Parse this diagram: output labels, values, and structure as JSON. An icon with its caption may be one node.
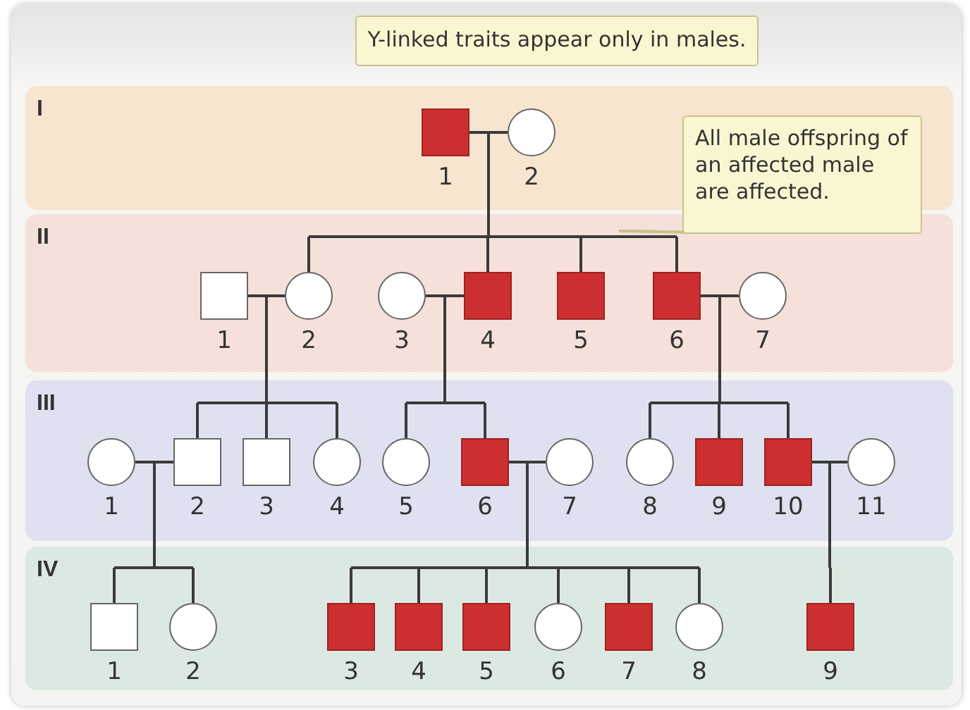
{
  "diagram": {
    "nodes": [
      {
        "text": [
          "Y-linked traits appear only in males."
        ]
      },
      {
        "text": [
          "I"
        ]
      },
      {
        "text": [],
        "shape": "box",
        "beside": [
          "1"
        ],
        "in": 1
      },
      {
        "text": [],
        "shape": "circle",
        "beside": [
          "2"
        ],
        "in": 1
      },
      {
        "text": [
          "All male offspring of an affected male are affected."
        ]
      },
      {
        "text": [
          "II"
        ]
      },
      {
        "text": [],
        "shape": "box",
        "beside": [
          "1"
        ],
        "in": 5
      },
      {
        "text": [],
        "shape": "circle",
        "beside": [
          "2"
        ],
        "in": 5
      },
      {
        "text": [],
        "shape": "circle",
        "beside": [
          "3"
        ],
        "in": 5
      },
      {
        "text": [],
        "shape": "box",
        "beside": [
          "4"
        ],
        "in": 5
      },
      {
        "text": [],
        "shape": "box",
        "beside": [
          "5"
        ],
        "in": 5
      },
      {
        "text": [],
        "shape": "box",
        "beside": [
          "6"
        ],
        "in": 5
      },
      {
        "text": [],
        "shape": "circle",
        "beside": [
          "7"
        ],
        "in": 5
      },
      {
        "text": [
          "III"
        ]
      },
      {
        "text": [],
        "shape": "circle",
        "beside": [
          "1"
        ],
        "in": 13
      },
      {
        "text": [],
        "shape": "box",
        "beside": [
          "2"
        ],
        "in": 13
      },
      {
        "text": [],
        "shape": "box",
        "beside": [
          "3"
        ],
        "in": 13
      },
      {
        "text": [],
        "shape": "circle",
        "beside": [
          "4"
        ],
        "in": 13
      },
      {
        "text": [],
        "shape": "circle",
        "beside": [
          "5"
        ],
        "in": 13
      },
      {
        "text": [],
        "shape": "box",
        "beside": [
          "6"
        ],
        "in": 13
      },
      {
        "text": [],
        "shape": "circle",
        "beside": [
          "7"
        ],
        "in": 13
      },
      {
        "text": [],
        "shape": "circle",
        "beside": [
          "8"
        ],
        "in": 13
      },
      {
        "text": [],
        "shape": "box",
        "beside": [
          "9"
        ],
        "in": 13
      },
      {
        "text": [],
        "shape": "box",
        "beside": [
          "10"
        ],
        "in": 13
      },
      {
        "text": [],
        "shape": "circle",
        "beside": [
          "11"
        ],
        "in": 13
      },
      {
        "text": [
          "IV"
        ]
      },
      {
        "text": [],
        "shape": "box",
        "beside": [
          "1"
        ],
        "in": 25
      },
      {
        "text": [],
        "shape": "circle",
        "beside": [
          "2"
        ],
        "in": 25
      },
      {
        "text": [],
        "shape": "box",
        "beside": [
          "3"
        ],
        "in": 25
      },
      {
        "text": [],
        "shape": "box",
        "beside": [
          "4"
        ],
        "in": 25
      },
      {
        "text": [],
        "shape": "box",
        "beside": [
          "5"
        ],
        "in": 25
      },
      {
        "text": [],
        "shape": "circle",
        "beside": [
          "6"
        ],
        "in": 25
      },
      {
        "text": [],
        "shape": "box",
        "beside": [
          "7"
        ],
        "in": 25
      },
      {
        "text": [],
        "shape": "circle",
        "beside": [
          "8"
        ],
        "in": 25
      },
      {
        "text": [],
        "shape": "box",
        "beside": [
          "9"
        ],
        "in": 25
      }
    ],
    "edges": [
      {
        "from": 2,
        "to": 3,
        "arrow": "none"
      },
      {
        "from": 2,
        "to": 7,
        "arrow": "none"
      },
      {
        "from": 3,
        "to": 7,
        "arrow": "none"
      },
      {
        "from": 2,
        "to": 9,
        "arrow": "none"
      },
      {
        "from": 3,
        "to": 9,
        "arrow": "none"
      },
      {
        "from": 2,
        "to": 10,
        "arrow": "none"
      },
      {
        "from": 3,
        "to": 10,
        "arrow": "none"
      },
      {
        "from": 2,
        "to": 11,
        "arrow": "none"
      },
      {
        "from": 3,
        "to": 11,
        "arrow": "none"
      },
      {
        "from": 4,
        "to": null,
        "arrow": "none",
        "color": "#c9c28e"
      },
      {
        "from": 6,
        "to": 7,
        "arrow": "none"
      },
      {
        "from": 8,
        "to": 9,
        "arrow": "none"
      },
      {
        "from": 11,
        "to": 12,
        "arrow": "none"
      },
      {
        "from": 6,
        "to": 15,
        "arrow": "none"
      },
      {
        "from": 7,
        "to": 15,
        "arrow": "none"
      },
      {
        "from": 6,
        "to": 16,
        "arrow": "none"
      },
      {
        "from": 7,
        "to": 16,
        "arrow": "none"
      },
      {
        "from": 6,
        "to": 17,
        "arrow": "none"
      },
      {
        "from": 7,
        "to": 17,
        "arrow": "none"
      },
      {
        "from": 8,
        "to": 18,
        "arrow": "none"
      },
      {
        "from": 9,
        "to": 18,
        "arrow": "none"
      },
      {
        "from": 8,
        "to": 19,
        "arrow": "none"
      },
      {
        "from": 9,
        "to": 19,
        "arrow": "none"
      },
      {
        "from": 11,
        "to": 21,
        "arrow": "none"
      },
      {
        "from": 12,
        "to": 21,
        "arrow": "none"
      },
      {
        "from": 11,
        "to": 22,
        "arrow": "none"
      },
      {
        "from": 12,
        "to": 22,
        "arrow": "none"
      },
      {
        "from": 11,
        "to": 23,
        "arrow": "none"
      },
      {
        "from": 12,
        "to": 23,
        "arrow": "none"
      },
      {
        "from": 14,
        "to": 15,
        "arrow": "none"
      },
      {
        "from": 19,
        "to": 20,
        "arrow": "none"
      },
      {
        "from": 23,
        "to": 24,
        "arrow": "none"
      },
      {
        "from": 14,
        "to": 26,
        "arrow": "none"
      },
      {
        "from": 15,
        "to": 26,
        "arrow": "none"
      },
      {
        "from": 14,
        "to": 27,
        "arrow": "none"
      },
      {
        "from": 15,
        "to": 27,
        "arrow": "none"
      },
      {
        "from": 19,
        "to": 28,
        "arrow": "none"
      },
      {
        "from": 20,
        "to": 28,
        "arrow": "none"
      },
      {
        "from": 19,
        "to": 29,
        "arrow": "none"
      },
      {
        "from": 20,
        "to": 29,
        "arrow": "none"
      },
      {
        "from": 19,
        "to": 30,
        "arrow": "none"
      },
      {
        "from": 20,
        "to": 30,
        "arrow": "none"
      },
      {
        "from": 19,
        "to": 31,
        "arrow": "none"
      },
      {
        "from": 20,
        "to": 31,
        "arrow": "none"
      },
      {
        "from": 19,
        "to": 32,
        "arrow": "none"
      },
      {
        "from": 20,
        "to": 32,
        "arrow": "none"
      },
      {
        "from": 19,
        "to": 33,
        "arrow": "none"
      },
      {
        "from": 20,
        "to": 33,
        "arrow": "none"
      },
      {
        "from": 23,
        "to": 34,
        "arrow": "none"
      },
      {
        "from": 24,
        "to": 34,
        "arrow": "none"
      }
    ]
  }
}
